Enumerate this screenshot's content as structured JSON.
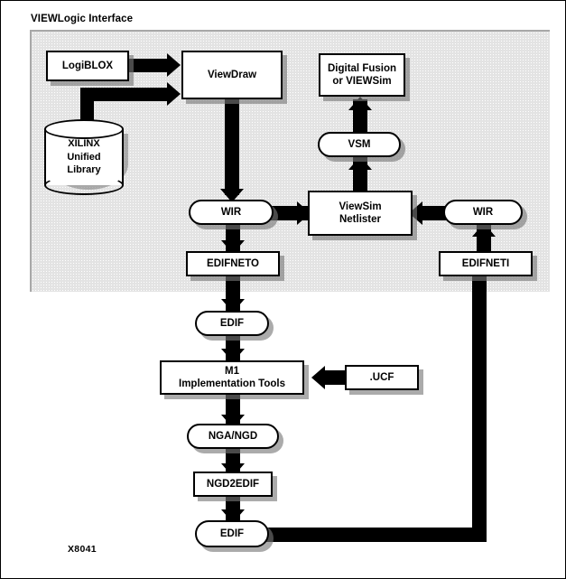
{
  "figure": {
    "title": "VIEWLogic Interface",
    "figure_id": "X8041"
  },
  "panel": {
    "name": "viewlogic-interface-group",
    "fill_color": "#e3e3e3"
  },
  "nodes": {
    "logiblox": {
      "label": "LogiBLOX",
      "shape": "rect"
    },
    "viewdraw": {
      "label": "ViewDraw",
      "shape": "rect"
    },
    "xilinx_library": {
      "label": "XILINX\nUnified\nLibrary",
      "shape": "cylinder"
    },
    "digital_fusion": {
      "label": "Digital Fusion\nor VIEWSim",
      "shape": "rect"
    },
    "vsm": {
      "label": "VSM",
      "shape": "oval"
    },
    "wir_left": {
      "label": "WIR",
      "shape": "oval"
    },
    "wir_right": {
      "label": "WIR",
      "shape": "oval"
    },
    "viewsim_netlister": {
      "label": "ViewSim\nNetlister",
      "shape": "rect"
    },
    "edifneto": {
      "label": "EDIFNETO",
      "shape": "rect"
    },
    "edifneti": {
      "label": "EDIFNETI",
      "shape": "rect"
    },
    "edif_mid": {
      "label": "EDIF",
      "shape": "oval"
    },
    "m1_tools": {
      "label": "M1\nImplementation Tools",
      "shape": "rect"
    },
    "ucf": {
      "label": ".UCF",
      "shape": "rect"
    },
    "nga_ngd": {
      "label": "NGA/NGD",
      "shape": "oval"
    },
    "ngd2edif": {
      "label": "NGD2EDIF",
      "shape": "rect"
    },
    "edif_bottom": {
      "label": "EDIF",
      "shape": "oval"
    }
  },
  "colors": {
    "line": "#000000",
    "node_fill": "#ffffff",
    "panel_fill": "#e3e3e3",
    "shadow": "#787878"
  }
}
